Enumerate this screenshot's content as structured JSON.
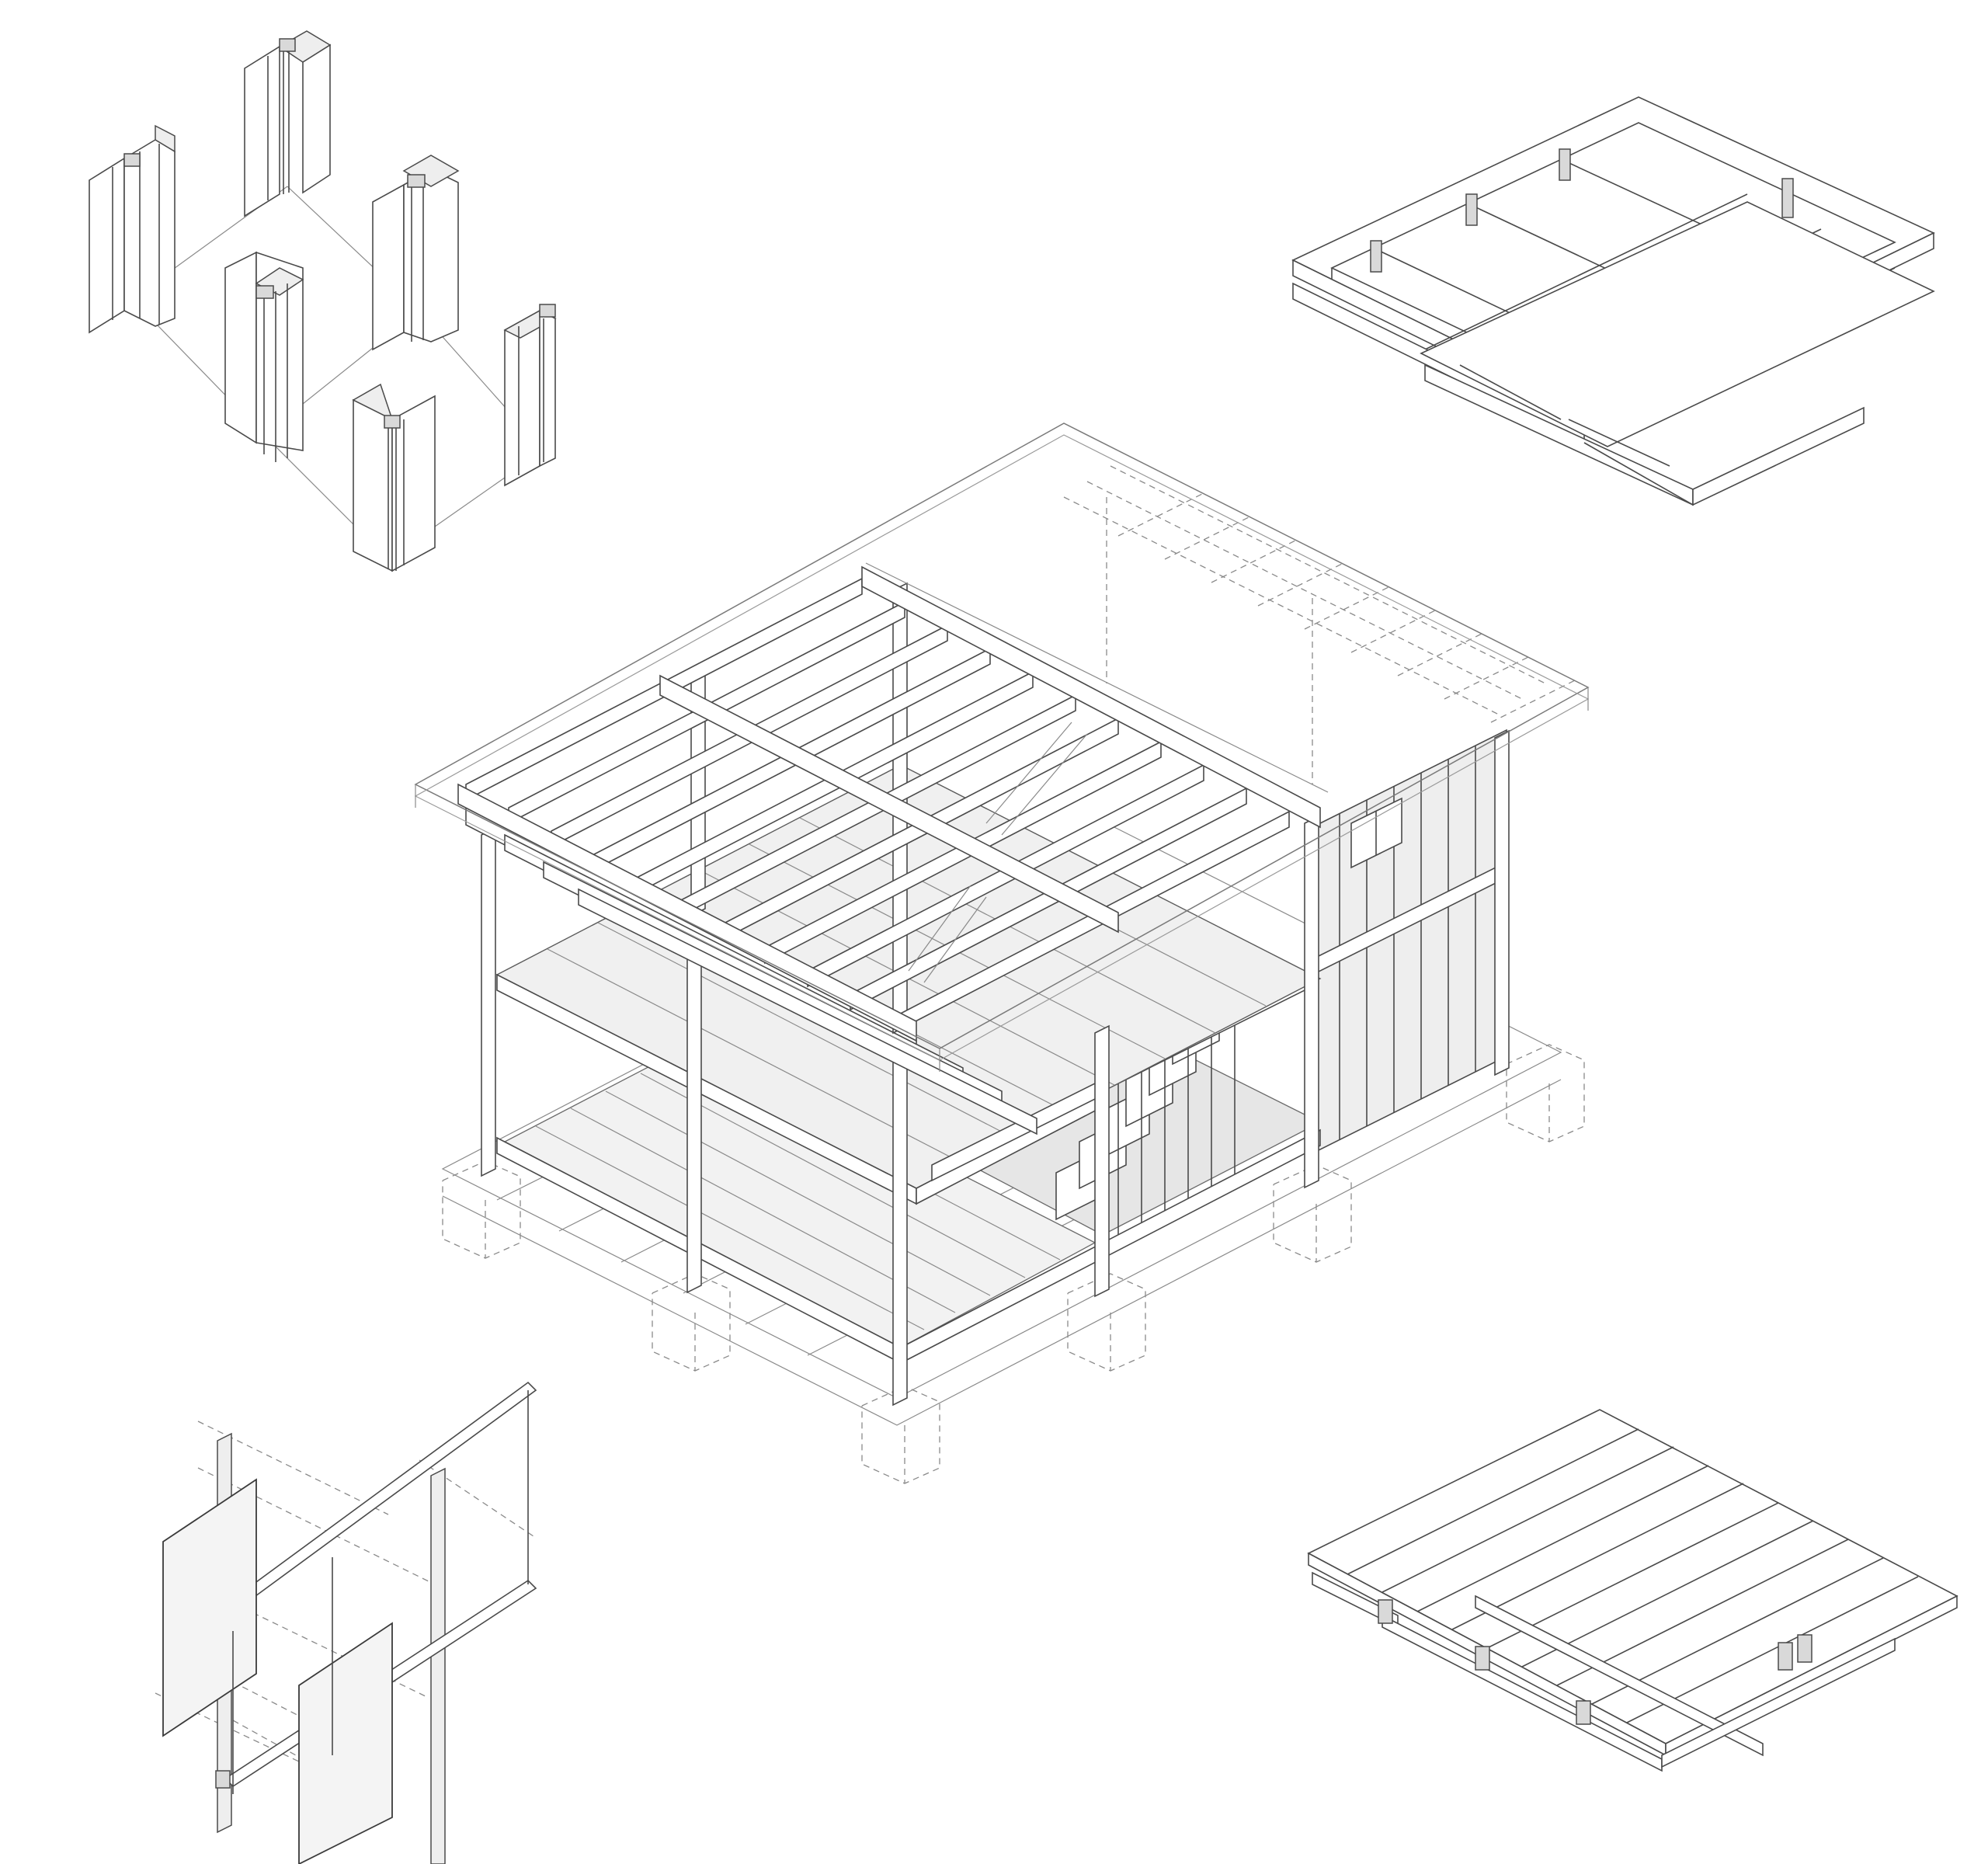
{
  "figure": {
    "description_visible_text": "",
    "colors": {
      "background": "#ffffff",
      "line": "#4a4a4a",
      "light_line": "#8a8a8a",
      "shade": "#eeeeee"
    }
  },
  "parts": [
    {
      "name": "column-connection-details",
      "icon": "column-details-icon"
    },
    {
      "name": "roof-structure-detail",
      "icon": "roof-grid-icon"
    },
    {
      "name": "main-house-axonometric",
      "icon": "house-frame-icon"
    },
    {
      "name": "wall-panel-assembly-detail",
      "icon": "wall-panel-icon"
    },
    {
      "name": "floor-deck-detail",
      "icon": "floor-deck-icon"
    }
  ]
}
